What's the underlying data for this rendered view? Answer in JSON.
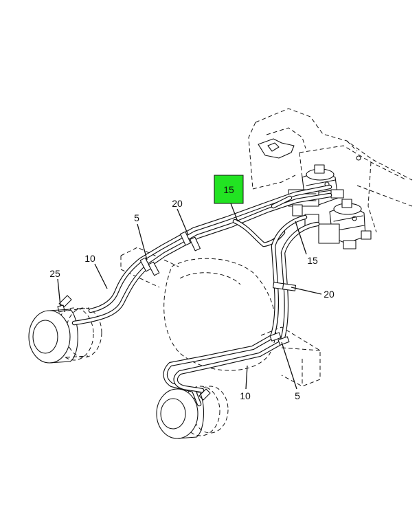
{
  "callouts": [
    {
      "id": "c1",
      "text": "15",
      "highlighted": true
    },
    {
      "id": "c2",
      "text": "20",
      "highlighted": false
    },
    {
      "id": "c3",
      "text": "5",
      "highlighted": false
    },
    {
      "id": "c4",
      "text": "10",
      "highlighted": false
    },
    {
      "id": "c5",
      "text": "25",
      "highlighted": false
    },
    {
      "id": "c6",
      "text": "15",
      "highlighted": false
    },
    {
      "id": "c7",
      "text": "20",
      "highlighted": false
    },
    {
      "id": "c8",
      "text": "10",
      "highlighted": false
    },
    {
      "id": "c9",
      "text": "5",
      "highlighted": false
    }
  ],
  "colors": {
    "highlight": "#22e322",
    "line": "#111111",
    "background": "#ffffff"
  }
}
